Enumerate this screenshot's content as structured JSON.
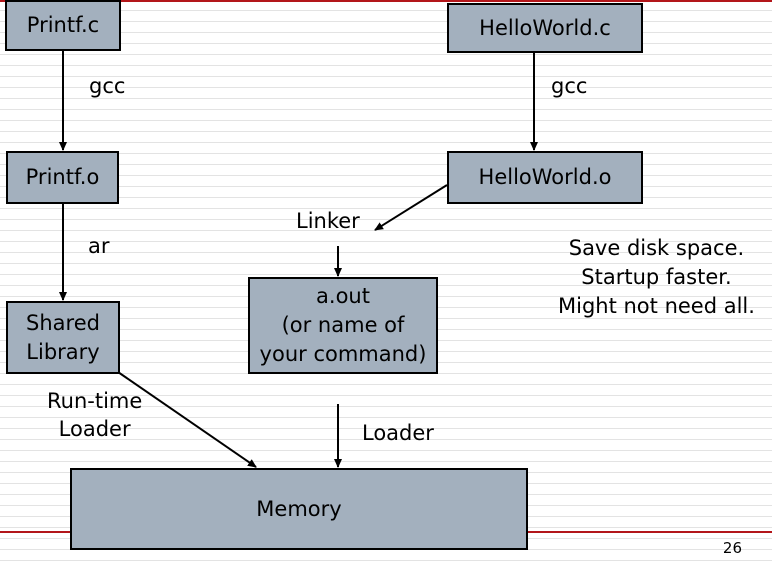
{
  "boxes": {
    "printf_c": "Printf.c",
    "helloworld_c": "HelloWorld.c",
    "printf_o": "Printf.o",
    "helloworld_o": "HelloWorld.o",
    "shared_library": [
      "Shared",
      "Library"
    ],
    "a_out": [
      "a.out",
      "(or name of",
      "your command)"
    ],
    "memory": "Memory"
  },
  "edges": {
    "gcc_left": "gcc",
    "gcc_right": "gcc",
    "ar": "ar",
    "linker": "Linker",
    "runtime_loader": [
      "Run-time",
      "Loader"
    ],
    "loader": "Loader"
  },
  "notes": [
    "Save disk space.",
    "Startup faster.",
    "Might not need all."
  ],
  "page_number": "26",
  "colors": {
    "box_fill": "#a3b0be",
    "rule": "#b3161a"
  }
}
